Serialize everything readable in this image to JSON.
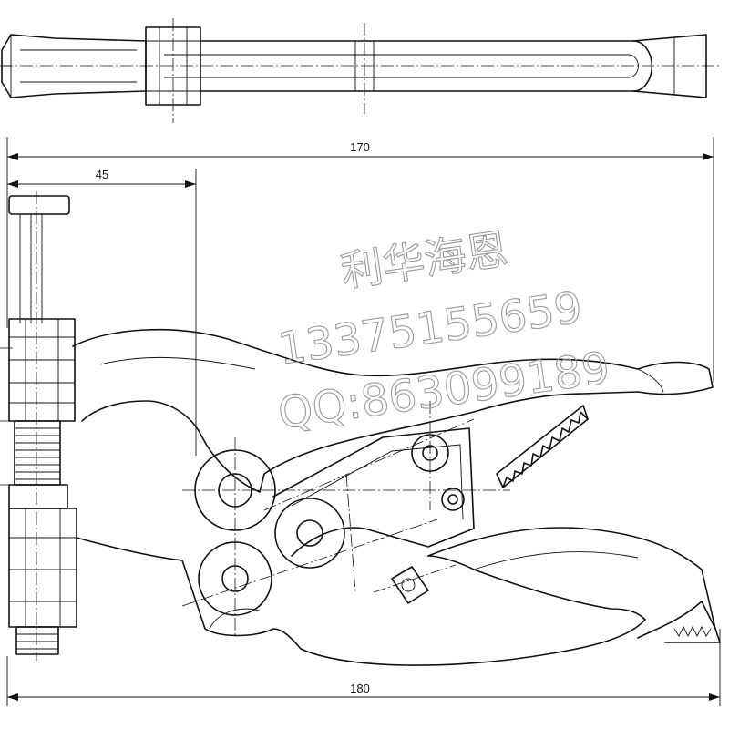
{
  "dimensions": {
    "overall_width": "170",
    "jaw_depth": "45",
    "overall_length": "180"
  },
  "watermark": {
    "line1": "利华海恩",
    "line2": "13375155659",
    "line3": "QQ:863099189"
  },
  "colors": {
    "line": "#111111",
    "watermark": "#9a9a9a",
    "background": "#ffffff"
  }
}
